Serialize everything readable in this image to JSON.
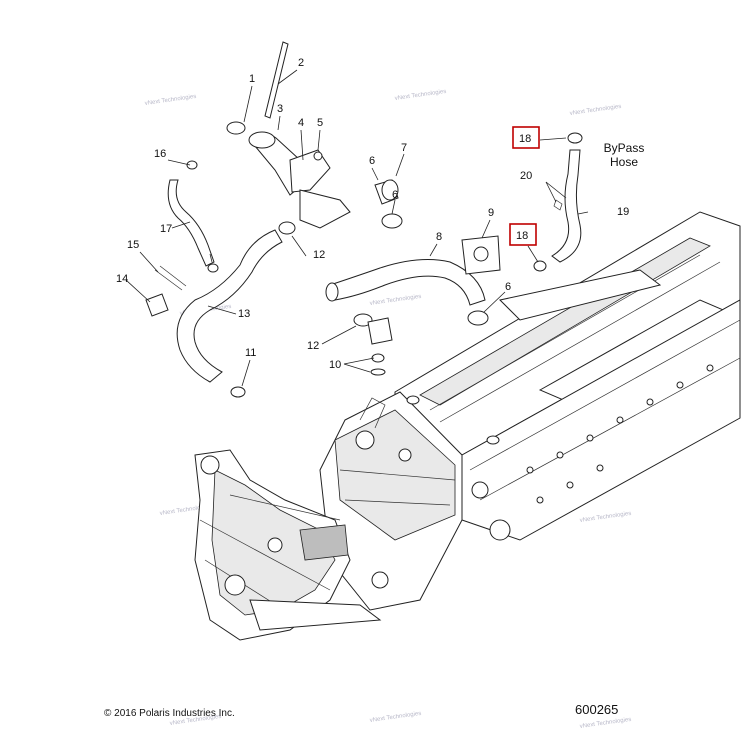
{
  "diagram": {
    "callouts": [
      "1",
      "2",
      "3",
      "4",
      "5",
      "6",
      "6",
      "6",
      "7",
      "8",
      "9",
      "10",
      "11",
      "12",
      "12",
      "13",
      "14",
      "15",
      "16",
      "17",
      "18",
      "18",
      "19",
      "20"
    ],
    "annotation": "ByPass\nHose",
    "copyright": "© 2016 Polaris Industries Inc.",
    "part_number": "600265",
    "watermark": "vNext Technologies"
  },
  "colors": {
    "line": "#222222",
    "highlight_box": "#c00000",
    "watermark": "#b9b9c9"
  }
}
